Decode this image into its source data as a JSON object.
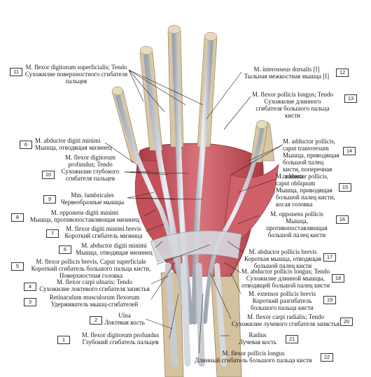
{
  "labels": [
    {
      "num": "11",
      "latin": "M. flexor digitorum superficialis; Tendo",
      "ru": "Сухожилие поверхностного сгибателя пальцев"
    },
    {
      "num": "12",
      "latin": "M. interosseus dorsalis [I]",
      "ru": "Тыльная межкостная мышца [I]"
    },
    {
      "num": "13",
      "latin": "M. flexor pollicis longus; Tendo",
      "ru": "Сухожилие длинного сгибателя большого пальца кисти"
    },
    {
      "num": "6",
      "latin": "M. abductor digiti minimi",
      "ru": "Мышца, отводящая мизинец"
    },
    {
      "num": "14",
      "latin": "M. adductor pollicis, caput transversum",
      "ru": "Мышца, приводящая большой палец кисти, поперечная головка"
    },
    {
      "num": "10",
      "latin": "M. flexor digitorum profundus; Tendo",
      "ru": "Сухожилие глубокого сгибателя пальцев"
    },
    {
      "num": "15",
      "latin": "M. adductor pollicis, caput obliquum",
      "ru": "Мышца, приводящая большой палец кисти, косая головка"
    },
    {
      "num": "9",
      "latin": "Mm. lumbricales",
      "ru": "Червеобразные мышцы"
    },
    {
      "num": "8",
      "latin": "M. opponens digiti minimi",
      "ru": "Мышца, противопоставляющая мизинец"
    },
    {
      "num": "16",
      "latin": "M. opponens pollicis",
      "ru": "Мышца, противопоставляющая большой палец кисти"
    },
    {
      "num": "7",
      "latin": "M. flexor digiti minimi brevis",
      "ru": "Короткий сгибатель мизинца"
    },
    {
      "num": "6",
      "latin": "M. abductor digiti minimi",
      "ru": "Мышца, отводящая мизинец"
    },
    {
      "num": "17",
      "latin": "M. abductor pollicis brevis",
      "ru": "Короткая мышца, отводящая большой палец кисти"
    },
    {
      "num": "5",
      "latin": "M. flexor pollicis brevis, Caput superficiale",
      "ru": "Короткий сгибатель большого пальца кисти, Поверхностная головка"
    },
    {
      "num": "18",
      "latin": "M. abductor pollicis longus; Tendo",
      "ru": "Сухожилие длинной мышцы, отводящей большой палец кисти"
    },
    {
      "num": "4",
      "latin": "M. flexor carpi ulnaris; Tendo",
      "ru": "Сухожилие локтевого сгибателя запястья"
    },
    {
      "num": "19",
      "latin": "M. extensor pollicis brevis",
      "ru": "Короткий разгибатель большого пальца кисти"
    },
    {
      "num": "3",
      "latin": "Retinaculum musculorum flexorum",
      "ru": "Удерживатель мышц-сгибателей"
    },
    {
      "num": "2",
      "latin": "Ulna",
      "ru": "Локтевая кость"
    },
    {
      "num": "20",
      "latin": "M. flexor carpi radialis; Tendo",
      "ru": "Сухожилие лучевого сгибателя запястья"
    },
    {
      "num": "21",
      "latin": "Radius",
      "ru": "Лучевая кость"
    },
    {
      "num": "1",
      "latin": "M. flexor digitorum profundus",
      "ru": "Глубокий сгибатель пальцев"
    },
    {
      "num": "22",
      "latin": "M. flexor pollicis longus",
      "ru": "Длинный сгибатель большого пальца кисти"
    }
  ],
  "colors": {
    "muscle": "#c9525c",
    "muscle_light": "#e08a90",
    "tendon": "#dfe3e8",
    "tendon_shade": "#a9b0bb",
    "bone": "#d9c9a8",
    "line": "#222222"
  }
}
